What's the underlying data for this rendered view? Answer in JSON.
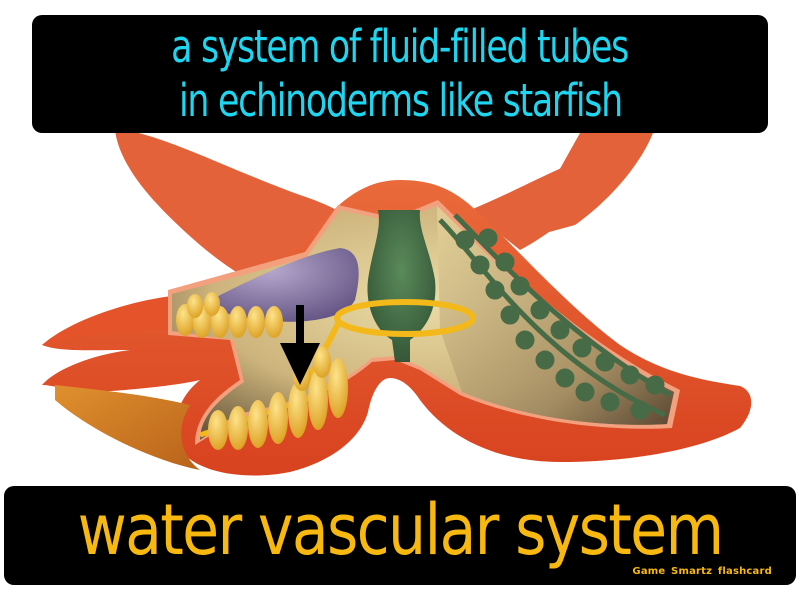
{
  "flashcard": {
    "definition_lines": [
      "a system of fluid-filled tubes",
      "in echinoderms like starfish"
    ],
    "term": "water vascular system",
    "brand": "Game Smartz  flashcard"
  },
  "illustration": {
    "subject": "starfish cross-section",
    "parts": [
      "arms",
      "cut-away body wall",
      "tube feet",
      "stomach",
      "madreporite/stone canal",
      "ring canal",
      "radial canal",
      "ampullae branches",
      "pointer arrow"
    ],
    "colors": {
      "body": "#e4532a",
      "body_dark": "#d13c1c",
      "body_light": "#ea6a3a",
      "rim": "#f2a07e",
      "interior": "#d8c28a",
      "interior_dark": "#6b5a3e",
      "tube_feet": "#f0c040",
      "canal": "#f3b81a",
      "green_organ": "#466b46",
      "purple_organ": "#8a7aa6",
      "definition_text": "#1fd6f0",
      "term_text": "#f7b90f"
    }
  }
}
